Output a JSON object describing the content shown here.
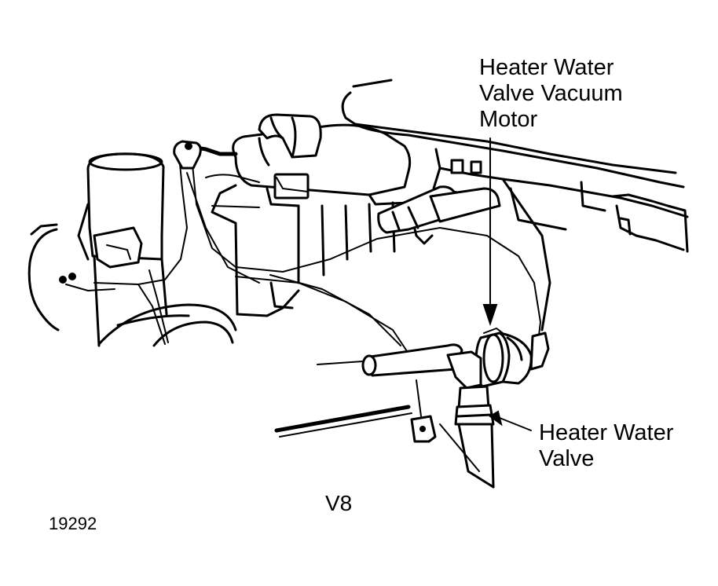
{
  "labels": {
    "motor": [
      "Heater Water",
      "Valve Vacuum",
      "Motor"
    ],
    "valve": [
      "Heater Water",
      "Valve"
    ],
    "engine": "V8",
    "figure_number": "19292"
  }
}
